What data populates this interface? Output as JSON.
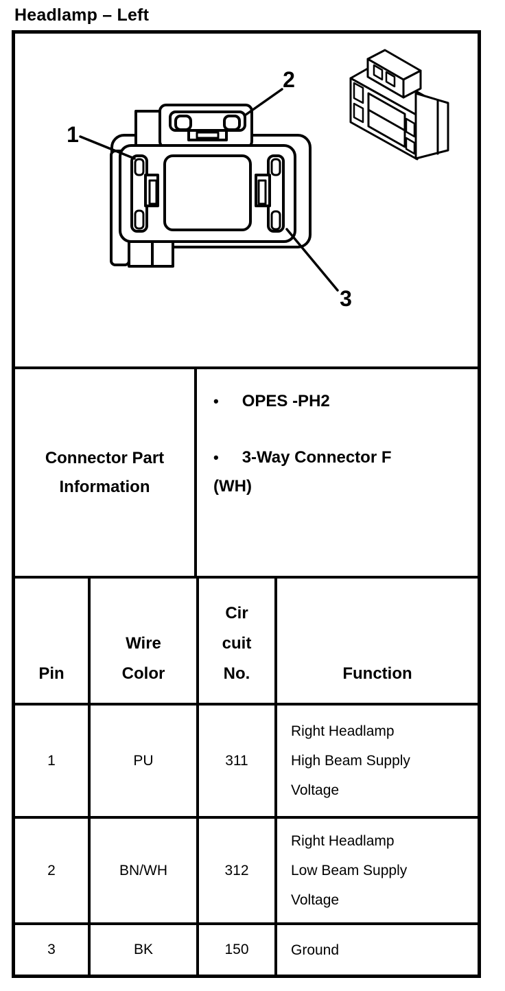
{
  "page": {
    "title": "Headlamp – Left"
  },
  "diagram": {
    "callouts": [
      "1",
      "2",
      "3"
    ]
  },
  "connector_info": {
    "label": "Connector Part\nInformation",
    "bullets": [
      {
        "text": "OPES -PH2"
      },
      {
        "text": "3-Way Connector F\n(WH)"
      }
    ]
  },
  "pin_table": {
    "headers": [
      "Pin",
      "Wire\nColor",
      "Cir\ncuit\nNo.",
      "Function"
    ],
    "rows": [
      {
        "pin": "1",
        "wire_color": "PU",
        "circuit_no": "311",
        "function": "Right Headlamp\nHigh Beam Supply\nVoltage"
      },
      {
        "pin": "2",
        "wire_color": "BN/WH",
        "circuit_no": "312",
        "function": "Right Headlamp\nLow Beam Supply\nVoltage"
      },
      {
        "pin": "3",
        "wire_color": "BK",
        "circuit_no": "150",
        "function": "Ground"
      }
    ]
  }
}
